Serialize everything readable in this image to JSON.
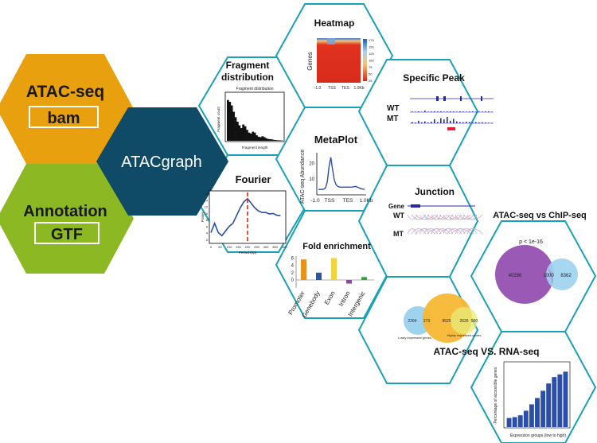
{
  "colors": {
    "orange": "#e8a00e",
    "green": "#8cb824",
    "navy": "#0f4a66",
    "teal_border": "#1aa1b8",
    "heat_red": "#e0321e",
    "venn_purple": "#9b59b6",
    "venn_blue": "#9ed3ef",
    "venn_yellow": "#f7b733",
    "bar_blue": "#2b4ea8"
  },
  "inputs": {
    "atac": {
      "line1": "ATAC-seq",
      "line2": "bam"
    },
    "annotation": {
      "line1": "Annotation",
      "line2": "GTF"
    }
  },
  "center": {
    "label": "ATACgraph"
  },
  "panels": {
    "fragment": {
      "title_line1": "Fragment",
      "title_line2": "distribution",
      "inner_title": "Fragment distribution",
      "xlabel": "Fragment length",
      "ylabel": "Fragment count"
    },
    "heatmap": {
      "title": "Heatmap",
      "ylabel": "Genes",
      "xticks": [
        "-1.0",
        "TSS",
        "TES",
        "1.0Kb"
      ],
      "scale": [
        "175",
        "150",
        "125",
        "100",
        "75",
        "50",
        "25"
      ]
    },
    "specific_peak": {
      "title": "Specific Peak",
      "wt": "WT",
      "mt": "MT"
    },
    "metaplot": {
      "title": "MetaPlot",
      "ylabel": "ATAC-seq Abundance",
      "yticks": [
        "20",
        "10"
      ],
      "xticks": [
        "-1.0",
        "TSS",
        "TES",
        "1.0Kb"
      ]
    },
    "fourier": {
      "title": "Fourier",
      "ylabel": "Power",
      "xlabel": "Period (bp)",
      "yticks": [
        "16",
        "14",
        "12",
        "10",
        "8",
        "6",
        "4",
        "2"
      ],
      "xticks": [
        "0",
        "50",
        "100",
        "150",
        "200",
        "250",
        "300",
        "350",
        "400"
      ]
    },
    "junction": {
      "title": "Junction",
      "gene": "Gene",
      "wt": "WT",
      "mt": "MT"
    },
    "fold": {
      "title": "Fold enrichment",
      "yticks": [
        "6",
        "4",
        "2",
        "0"
      ],
      "categories": [
        "Promoter",
        "Genebody",
        "Exon",
        "Intron",
        "Intergenic"
      ]
    },
    "chip": {
      "title": "ATAC-seq vs ChIP-seq",
      "pvalue": "p < 1e-16",
      "left": "40296",
      "overlap": "1000",
      "right": "8362"
    },
    "rna": {
      "title": "ATAC-seq VS. RNA-seq",
      "n1": "2264",
      "n2": "273",
      "n3": "9525",
      "n4": "2626",
      "n5": "550",
      "low_label": "Lowly expressed genes",
      "high_label": "Highly expressed genes"
    },
    "expr": {
      "ylabel": "Percentage of accessible genes",
      "xlabel": "Expression groups (low to high)"
    }
  },
  "chart_data": [
    {
      "type": "bar",
      "title": "Fold enrichment",
      "categories": [
        "Promoter",
        "Genebody",
        "Exon",
        "Intron",
        "Intergenic"
      ],
      "values": [
        5.6,
        2.0,
        6.0,
        -1.0,
        0.8
      ],
      "colors": [
        "#e8911d",
        "#2857a8",
        "#f1d33c",
        "#8a4b9c",
        "#3f9a46"
      ],
      "ylim": [
        -1.5,
        7
      ]
    },
    {
      "type": "bar",
      "title": "",
      "xlabel": "Expression groups (low to high)",
      "ylabel": "Percentage of accessible genes",
      "values": [
        10,
        11,
        13,
        18,
        25,
        32,
        40,
        48,
        55,
        58,
        61
      ],
      "ylim": [
        0,
        70
      ]
    },
    {
      "type": "line",
      "title": "Fourier",
      "xlabel": "Period (bp)",
      "ylabel": "Power",
      "x": [
        0,
        20,
        40,
        60,
        80,
        100,
        120,
        140,
        160,
        180,
        200,
        220,
        240,
        260,
        280,
        300,
        320,
        340,
        360,
        380
      ],
      "y": [
        3,
        6,
        3,
        2,
        3.5,
        5,
        6,
        8.5,
        11,
        13,
        14,
        12.5,
        11,
        10,
        9.5,
        9.5,
        9,
        9.2,
        8.6,
        8.5
      ],
      "xlim": [
        0,
        400
      ],
      "ylim": [
        0,
        16
      ]
    },
    {
      "type": "line",
      "title": "MetaPlot",
      "ylabel": "ATAC-seq Abundance",
      "x": [
        0,
        1,
        2,
        3,
        4,
        5,
        6,
        7,
        8,
        9,
        10,
        11,
        12,
        13,
        14,
        15,
        16,
        17,
        18,
        19,
        20,
        21,
        22,
        23,
        24,
        25,
        26
      ],
      "y": [
        3,
        3,
        3,
        3.2,
        4,
        8,
        18,
        24,
        16,
        9,
        6,
        5,
        4.5,
        4.5,
        4.5,
        4.5,
        4.5,
        4.5,
        4.5,
        4.6,
        4.8,
        5,
        4.5,
        4,
        3.5,
        3.3,
        3
      ],
      "ylim": [
        0,
        26
      ]
    },
    {
      "type": "bar",
      "title": "Fragment distribution",
      "xlabel": "Fragment length",
      "ylabel": "Fragment count",
      "values": [
        4.5,
        4.3,
        3.9,
        3.2,
        2.6,
        2.1,
        1.7,
        1.4,
        1.8,
        1.6,
        1.2,
        0.9,
        0.8,
        1.0,
        0.9,
        0.6,
        0.45,
        0.4,
        0.5,
        0.4,
        0.28,
        0.2,
        0.18,
        0.15,
        0.1,
        0.08,
        0.06,
        0.05,
        0.04
      ],
      "ylim": [
        0,
        5
      ]
    }
  ]
}
